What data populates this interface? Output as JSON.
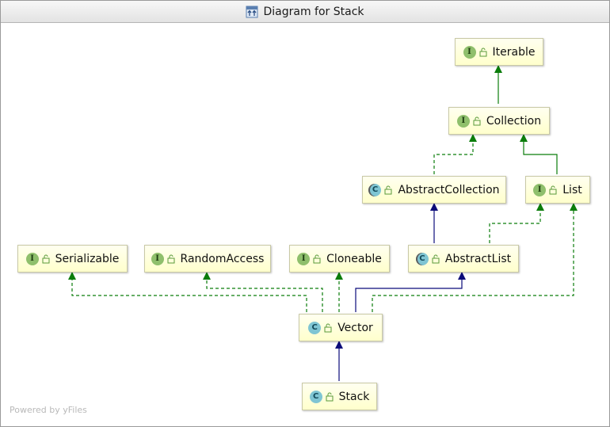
{
  "window": {
    "title": "Diagram for Stack"
  },
  "footer": {
    "text": "Powered by yFiles"
  },
  "colors": {
    "implements": "#0b7d0b",
    "extends": "#0b0b7a",
    "node_fill": "#ffffcc"
  },
  "nodes": {
    "iterable": {
      "label": "Iterable",
      "kind": "I",
      "kind_type": "interface"
    },
    "collection": {
      "label": "Collection",
      "kind": "I",
      "kind_type": "interface"
    },
    "abstract_collection": {
      "label": "AbstractCollection",
      "kind": "C",
      "kind_type": "abstract"
    },
    "list": {
      "label": "List",
      "kind": "I",
      "kind_type": "interface"
    },
    "serializable": {
      "label": "Serializable",
      "kind": "I",
      "kind_type": "interface"
    },
    "random_access": {
      "label": "RandomAccess",
      "kind": "I",
      "kind_type": "interface"
    },
    "cloneable": {
      "label": "Cloneable",
      "kind": "I",
      "kind_type": "interface"
    },
    "abstract_list": {
      "label": "AbstractList",
      "kind": "C",
      "kind_type": "abstract"
    },
    "vector": {
      "label": "Vector",
      "kind": "C",
      "kind_type": "class"
    },
    "stack": {
      "label": "Stack",
      "kind": "C",
      "kind_type": "class"
    }
  },
  "edges": [
    {
      "from": "collection",
      "to": "iterable",
      "style": "implements"
    },
    {
      "from": "abstract_collection",
      "to": "collection",
      "style": "implements"
    },
    {
      "from": "list",
      "to": "collection",
      "style": "implements"
    },
    {
      "from": "abstract_list",
      "to": "abstract_collection",
      "style": "extends"
    },
    {
      "from": "abstract_list",
      "to": "list",
      "style": "implements"
    },
    {
      "from": "vector",
      "to": "serializable",
      "style": "implements"
    },
    {
      "from": "vector",
      "to": "random_access",
      "style": "implements"
    },
    {
      "from": "vector",
      "to": "cloneable",
      "style": "implements"
    },
    {
      "from": "vector",
      "to": "abstract_list",
      "style": "extends"
    },
    {
      "from": "vector",
      "to": "list",
      "style": "implements"
    },
    {
      "from": "stack",
      "to": "vector",
      "style": "extends"
    }
  ]
}
